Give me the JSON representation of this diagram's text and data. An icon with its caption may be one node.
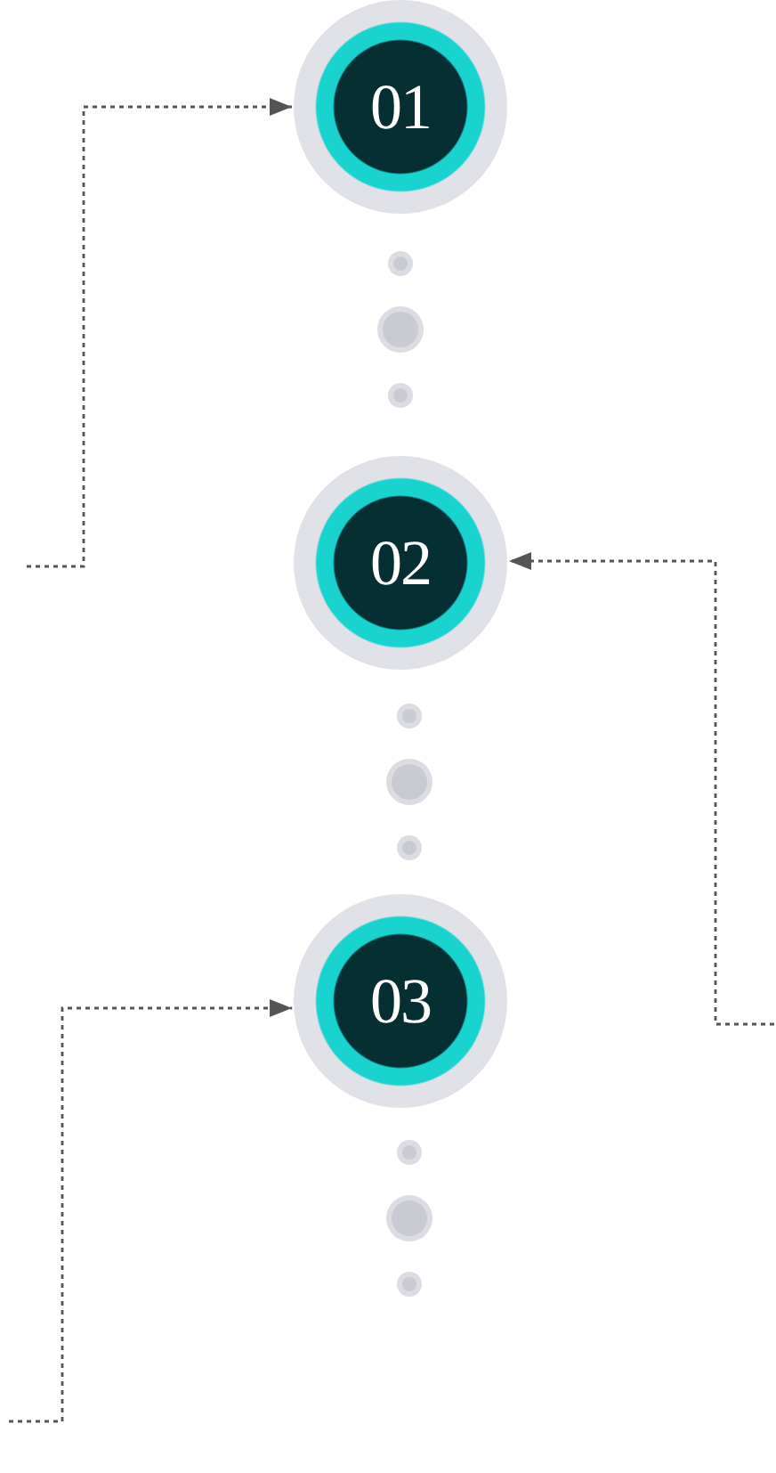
{
  "diagram": {
    "nodes": [
      {
        "text": [
          "01"
        ]
      },
      {
        "text": [
          "02"
        ]
      },
      {
        "text": [
          "03"
        ]
      }
    ],
    "edges": [
      {
        "from": null,
        "to": 0,
        "arrow": "to",
        "style": "dashed"
      },
      {
        "from": null,
        "to": 1,
        "arrow": "to",
        "style": "dashed"
      },
      {
        "from": null,
        "to": 2,
        "arrow": "to",
        "style": "dashed"
      }
    ]
  }
}
